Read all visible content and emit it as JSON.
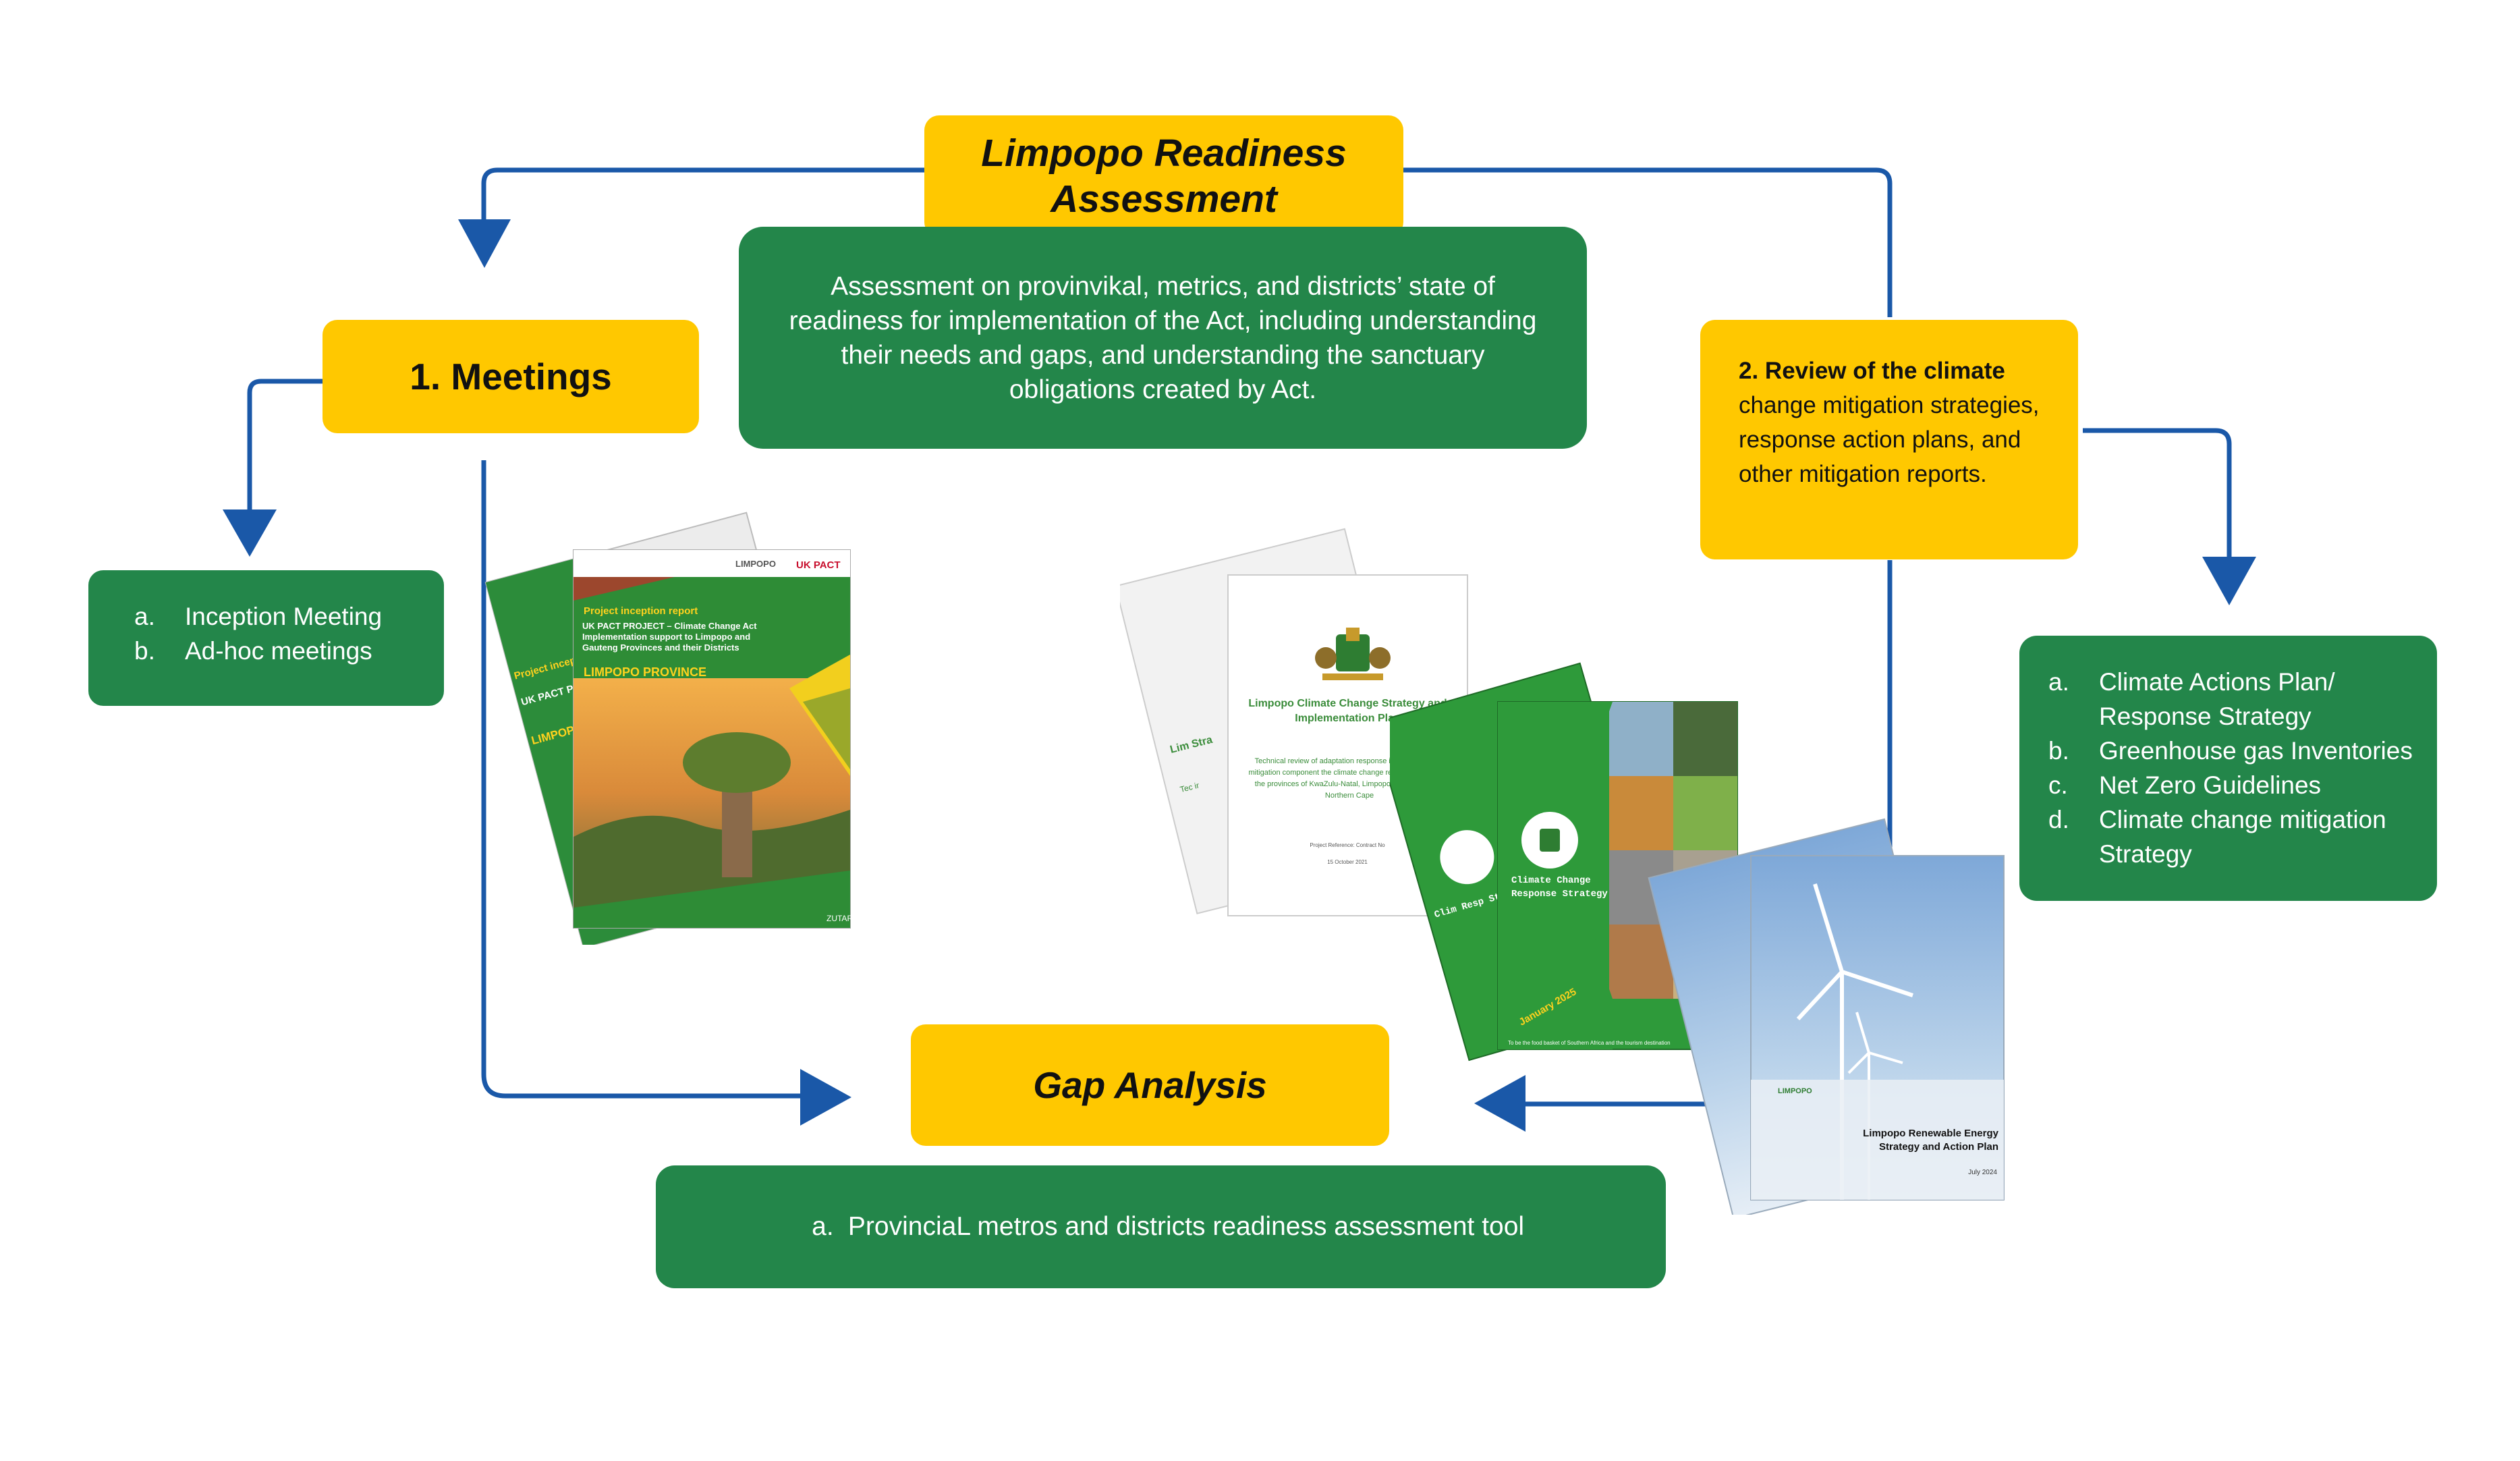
{
  "title": {
    "line1": "Limpopo Readiness",
    "line2": "Assessment"
  },
  "assessment": {
    "text": "Assessment on provinvikal, metrics, and districts’ state of readiness for implementation of the Act, including understanding their needs and gaps, and understanding the sanctuary obligations created by Act."
  },
  "meetings": {
    "label": "1. Meetings",
    "items": [
      {
        "marker": "a.",
        "text": "Inception Meeting"
      },
      {
        "marker": "b.",
        "text": "Ad-hoc meetings"
      }
    ]
  },
  "review": {
    "bold": "2. Review of the climate",
    "text": "change mitigation strategies, response action plans, and other mitigation reports.",
    "items": [
      {
        "marker": "a.",
        "text": "Climate Actions Plan/ Response Strategy"
      },
      {
        "marker": "b.",
        "text": "Greenhouse gas Inventories"
      },
      {
        "marker": "c.",
        "text": "Net Zero Guidelines"
      },
      {
        "marker": "d.",
        "text": "Climate change mitigation Strategy"
      }
    ]
  },
  "gap": {
    "label": "Gap Analysis",
    "items": [
      {
        "marker": "a.",
        "text": "ProvinciaL metros and districts readiness assessment tool"
      }
    ]
  },
  "documents": {
    "inception": {
      "brand_limpopo": "LIMPOPO",
      "brand_ukpact": "UK PACT",
      "kicker": "Project inception report",
      "title": "UK PACT PROJECT – Climate Change Act Implementation support to Limpopo and Gauteng Provinces and their Districts",
      "province": "LIMPOPO PROVINCE",
      "back_kicker": "Project inception rep",
      "back_title": "UK PACT PROJEC Implementation s Gauteng Provinc",
      "back_province": "LIMPOPO PRO",
      "footer": "ZUTARI"
    },
    "strategy": {
      "title": "Limpopo Climate Change Strategy and Implementation Plan",
      "body": "Technical review of adaptation response integration of the mitigation component the climate change response strategies the provinces of KwaZulu-Natal, Limpopo North West and Northern Cape",
      "meta": "Project Reference: Contract No",
      "date": "15 October 2021",
      "back_title": "Lim Stra",
      "back_body": "Tec ir"
    },
    "response": {
      "title": "Climate Change Response Strategy",
      "date": "January 2025",
      "back_title": "Clim Resp Stra",
      "footer": "To be the food basket of Southern Africa and the tourism destination"
    },
    "renewable": {
      "title": "Limpopo Renewable Energy Strategy and Action Plan",
      "date": "July 2024",
      "brand": "LIMPOPO"
    }
  },
  "colors": {
    "yellow": "#ffc800",
    "green": "#23864a",
    "arrow": "#1a58a8"
  }
}
